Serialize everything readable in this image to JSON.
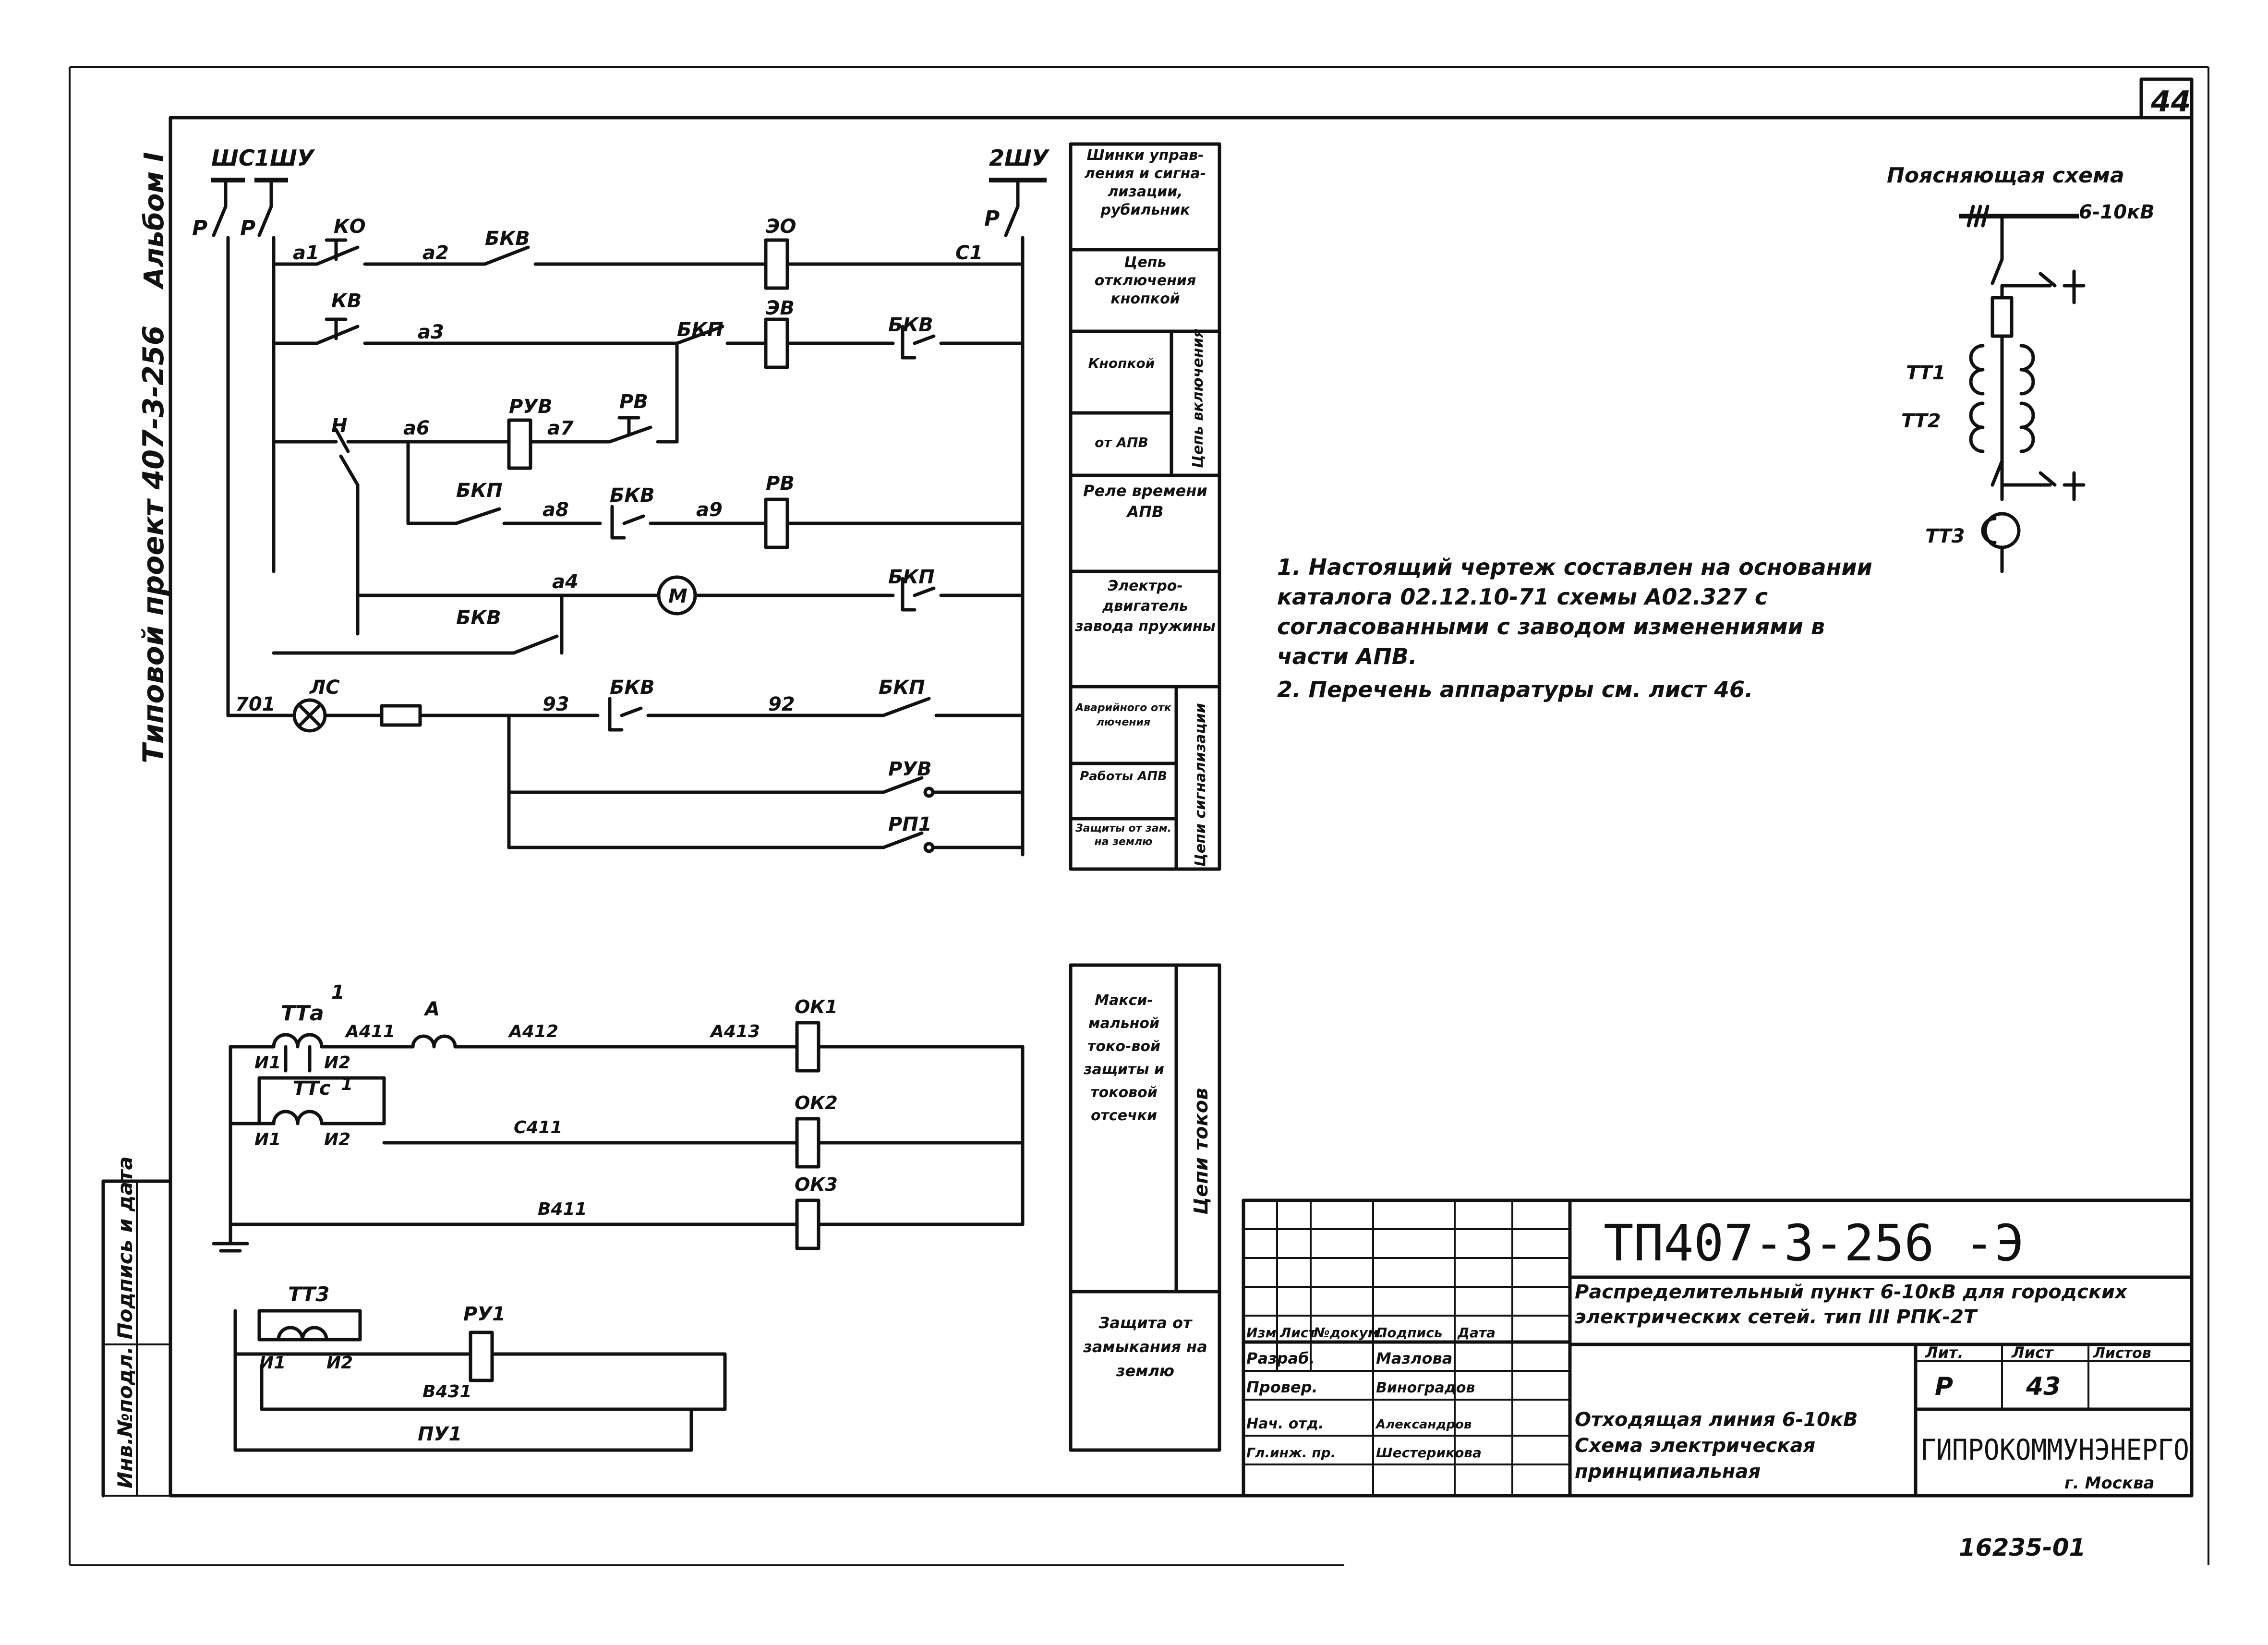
{
  "sheet": {
    "page_number": "44",
    "album": "Альбом I",
    "project": "Типовой проект 407-3-256",
    "inv_sign": "Инв.№подл. Подпись и дата",
    "inventory_bottom": "16235-01"
  },
  "buses": {
    "shc": "ШС",
    "shu1": "1ШУ",
    "shu2": "2ШУ"
  },
  "circuit": {
    "p1": "Р",
    "p2": "Р",
    "p3": "Р",
    "ko": "КО",
    "kv": "КВ",
    "bkv1": "БКВ",
    "bkp1": "БКП",
    "bkv2": "БКВ",
    "a1": "а1",
    "a2": "а2",
    "a3": "а3",
    "a6": "а6",
    "a7": "а7",
    "a8": "а8",
    "a9": "а9",
    "a4": "а4",
    "c1": "С1",
    "eo": "ЭО",
    "ev": "ЭВ",
    "ruv": "РУВ",
    "rv_contact": "РВ",
    "n": "Н",
    "bkp2": "БКП",
    "bkv3": "БКВ",
    "rv_coil": "РВ",
    "motor": "М",
    "bkp3": "БКП",
    "bkv4": "БКВ",
    "w701": "701",
    "lamp": "ЛС",
    "w93": "93",
    "bkv5": "БКВ",
    "w92": "92",
    "bkp4": "БКП",
    "ruv2": "РУВ",
    "rp1": "РП1"
  },
  "current": {
    "tta": "ТТа",
    "tta_n": "1",
    "ttc": "ТТс",
    "ttc_n": "1",
    "i1a": "И1",
    "i2a": "И2",
    "i1c": "И1",
    "i2c": "И2",
    "a411": "А411",
    "ammeter": "А",
    "a412": "А412",
    "a413": "А413",
    "c411": "С411",
    "w411": "В411",
    "ok1": "ОК1",
    "ok2": "ОК2",
    "ok3": "ОК3",
    "tt3": "ТТ3",
    "i1z": "И1",
    "i2z": "И2",
    "ru1": "РУ1",
    "w431": "В431",
    "pu1": "ПУ1"
  },
  "legend": {
    "busbars": "Шинки управ-ления и сигна-лизации, рубильник",
    "trip": "Цепь отключения кнопкой",
    "button": "Кнопкой",
    "from_apv": "от АПВ",
    "closing_circuit": "Цепь включения",
    "rv": "Реле времени АПВ",
    "motor": "Электро-двигатель завода пружины",
    "alarm_trip": "Аварийного отключения",
    "apv_work": "Работы АПВ",
    "earth_prot": "Защиты от зам. на землю",
    "signal_circuits": "Цепи сигнализации",
    "overcurrent": "Макси-мальной токо-вой защиты и токовой отсечки",
    "current_circuits": "Цепи токов",
    "earth_fault": "Защита от замыкания на землю"
  },
  "explanatory": {
    "title": "Поясняющая схема",
    "voltage": "6-10кВ",
    "tt1": "ТТ1",
    "tt2": "ТТ2",
    "tt3": "ТТ3"
  },
  "notes": [
    "1. Настоящий чертеж составлен на основании каталога 02.12.10-71 схемы А02.327 с согласованными с заводом изменениями в части АПВ.",
    "2. Перечень аппаратуры см. лист 46."
  ],
  "title_block": {
    "code": "ТП407-3-256 -Э",
    "object": "Распределительный пункт 6-10кВ для городских электрических сетей. тип III РПК-2Т",
    "drawing": "Отходящая линия 6-10кВ Схема электрическая принципиальная",
    "org": "ГИПРОКОММУНЭНЕРГО",
    "city": "г. Москва",
    "lit_label": "Лит.",
    "lit": "Р",
    "sheet_label": "Лист",
    "sheet": "43",
    "sheets_label": "Листов",
    "cols": [
      "Изм",
      "Лист",
      "№докум.",
      "Подпись",
      "Дата"
    ],
    "rows": [
      {
        "role": "Разраб.",
        "name": "Мазлова"
      },
      {
        "role": "Провер.",
        "name": "Виноградов"
      },
      {
        "role": "Нач. отд.",
        "name": "Александров"
      },
      {
        "role": "Гл.инж. пр.",
        "name": "Шестерикова"
      }
    ]
  }
}
